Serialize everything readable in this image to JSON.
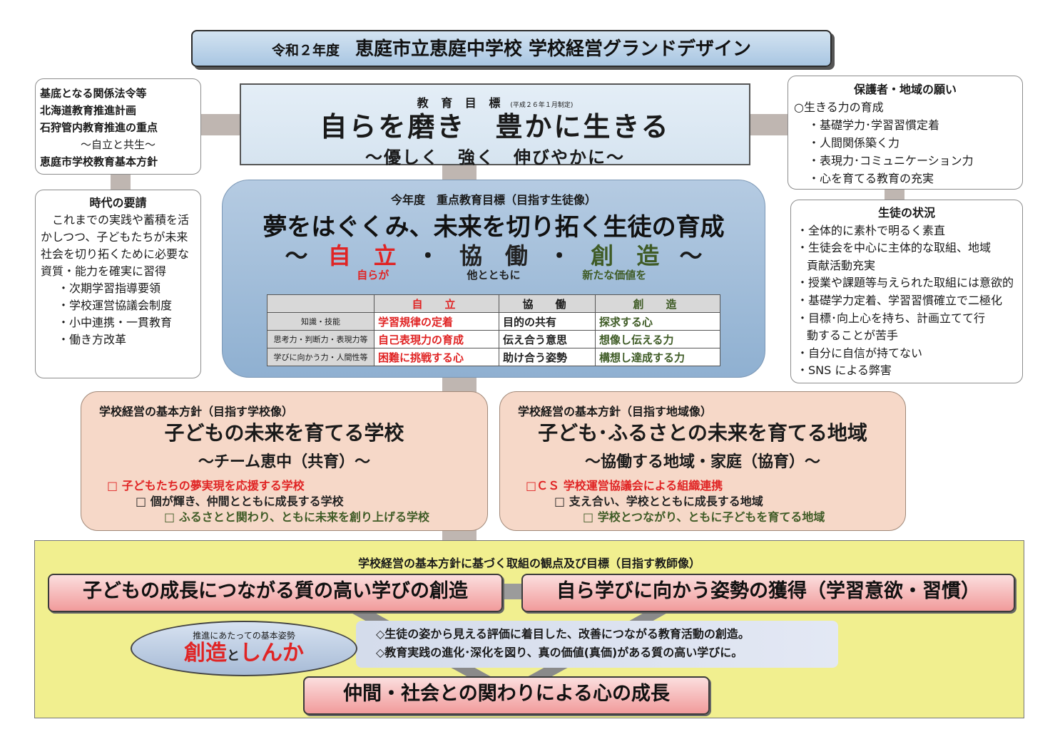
{
  "header": {
    "prefix": "令和２年度",
    "title": "恵庭市立恵庭中学校  学校経営グランドデザイン"
  },
  "left_basis": {
    "lines": [
      "基底となる関係法令等",
      "北海道教育推進計画",
      "石狩管内教育推進の重点"
    ],
    "centered": "～自立と共生～",
    "last": "恵庭市学校教育基本方針"
  },
  "era": {
    "title": "時代の要請",
    "paragraph": "これまでの実践や蓄積を活かしつつ、子どもたちが未来社会を切り拓くために必要な資質・能力を確実に習得",
    "items": [
      "・次期学習指導要領",
      "・学校運営協議会制度",
      "・小中連携・一貫教育",
      "・働き方改革"
    ]
  },
  "goal": {
    "heading": "教 育 目 標",
    "note": "(平成２６年１月制定)",
    "main": "自らを磨き　豊かに生きる",
    "sub": "～優しく　強く　伸びやかに～"
  },
  "wishes": {
    "title": "保護者・地域の願い",
    "lead": "○生きる力の育成",
    "items": [
      "・基礎学力･学習習慣定着",
      "・人間関係築く力",
      "・表現力･コミュニケーション力",
      "・心を育てる教育の充実"
    ]
  },
  "status": {
    "title": "生徒の状況",
    "lines": [
      {
        "t": "・全体的に素朴で明るく素直",
        "c": false
      },
      {
        "t": "・生徒会を中心に主体的な取組、地域",
        "c": false
      },
      {
        "t": "貢献活動充実",
        "c": true
      },
      {
        "t": "・授業や課題等与えられた取組には意欲的",
        "c": false
      },
      {
        "t": "・基礎学力定着、学習習慣確立で二極化",
        "c": false
      },
      {
        "t": "・目標･向上心を持ち、計画立てて行",
        "c": false
      },
      {
        "t": "動することが苦手",
        "c": true
      },
      {
        "t": "・自分に自信が持てない",
        "c": false
      },
      {
        "t": "・SNS による弊害",
        "c": false
      }
    ]
  },
  "focus": {
    "heading": "今年度　重点教育目標（目指す生徒像）",
    "main": "夢をはぐくみ、未来を切り拓く生徒の育成",
    "tilde_l": "～",
    "tilde_r": "～",
    "dot": "・",
    "k1": "自　立",
    "k2": "協　働",
    "k3": "創　造",
    "s1": "自らが",
    "s2": "他とともに",
    "s3": "新たな価値を",
    "table": {
      "headers": [
        "",
        "自　立",
        "協　働",
        "創　造"
      ],
      "rows": [
        {
          "label": "知識・技能",
          "a": "学習規律の定着",
          "b": "目的の共有",
          "c": "探求する心"
        },
        {
          "label": "思考力・判断力・表現力等",
          "a": "自己表現力の育成",
          "b": "伝え合う意思",
          "c": "想像し伝える力"
        },
        {
          "label": "学びに向かう力・人間性等",
          "a": "困難に挑戦する心",
          "b": "助け合う姿勢",
          "c": "構想し達成する力"
        }
      ]
    }
  },
  "school": {
    "heading": "学校経営の基本方針（目指す学校像）",
    "main": "子どもの未来を育てる学校",
    "sub": "～チーム恵中（共育）～",
    "b1": "□ 子どもたちの夢実現を応援する学校",
    "b2": "□ 個が輝き、仲間とともに成長する学校",
    "b3": "□ ふるさとと関わり、ともに未来を創り上げる学校"
  },
  "region": {
    "heading": "学校経営の基本方針（目指す地域像）",
    "main": "子ども･ふるさとの未来を育てる地域",
    "sub": "～協働する地域・家庭（協育）～",
    "b1": "□ＣＳ 学校運営協議会による組織連携",
    "b2": "□ 支え合い、学校とともに成長する地域",
    "b3": "□ 学校とつながり、ともに子どもを育てる地域"
  },
  "bottom": {
    "heading": "学校経営の基本方針に基づく取組の観点及び目標（目指す教師像）",
    "btn1": "子どもの成長につながる質の高い学びの創造",
    "btn2": "自ら学びに向かう姿勢の獲得（学習意欲・習慣）",
    "btn3": "仲間・社会との関わりによる心の成長",
    "oval_top": "推進にあたっての基本姿勢",
    "oval_k1": "創造",
    "oval_and": "と",
    "oval_k2": "しんか",
    "note1": "◇生徒の姿から見える評価に着目した、改善につながる教育活動の創造。",
    "note2": "◇教育実践の進化･深化を図り、真の価値(真価)がある質の高い学びに。"
  },
  "colors": {
    "accent_red": "#e02424",
    "accent_green": "#3f5b26",
    "focus_blue": "#9fbbd9",
    "pink": "#f6d8c8",
    "yellow": "#f1ef8f"
  }
}
